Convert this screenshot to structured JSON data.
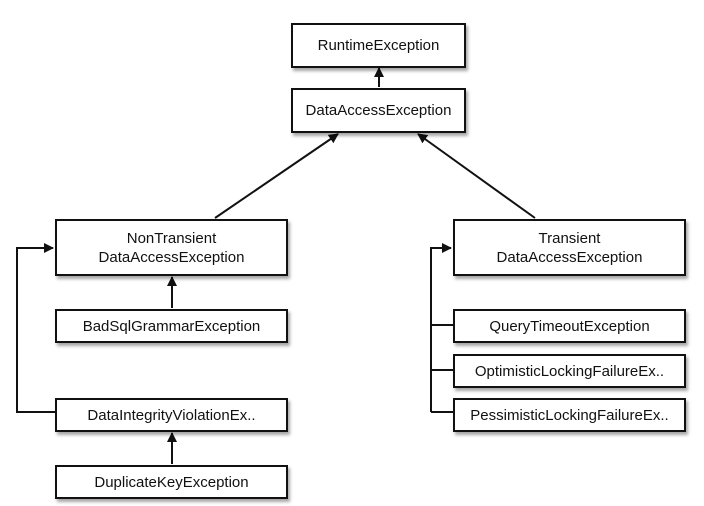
{
  "colors": {
    "line": "#111111",
    "box_fill": "#ffffff",
    "background": "#ffffff"
  },
  "nodes": {
    "runtime": {
      "label": "RuntimeException"
    },
    "data_access": {
      "label": "DataAccessException"
    },
    "non_transient": {
      "line1": "NonTransient",
      "line2": "DataAccessException"
    },
    "transient": {
      "line1": "Transient",
      "line2": "DataAccessException"
    },
    "bad_sql": {
      "label": "BadSqlGrammarException"
    },
    "data_integrity": {
      "label": "DataIntegrityViolationEx.."
    },
    "duplicate_key": {
      "label": "DuplicateKeyException"
    },
    "query_timeout": {
      "label": "QueryTimeoutException"
    },
    "optimistic": {
      "label": "OptimisticLockingFailureEx.."
    },
    "pessimistic": {
      "label": "PessimisticLockingFailureEx.."
    }
  },
  "edges": [
    {
      "from": "DataAccessException",
      "to": "RuntimeException"
    },
    {
      "from": "NonTransient DataAccessException",
      "to": "DataAccessException"
    },
    {
      "from": "Transient DataAccessException",
      "to": "DataAccessException"
    },
    {
      "from": "BadSqlGrammarException",
      "to": "NonTransient DataAccessException"
    },
    {
      "from": "DataIntegrityViolationEx..",
      "to": "NonTransient DataAccessException"
    },
    {
      "from": "DuplicateKeyException",
      "to": "DataIntegrityViolationEx.."
    },
    {
      "from": "QueryTimeoutException",
      "to": "Transient DataAccessException"
    },
    {
      "from": "OptimisticLockingFailureEx..",
      "to": "Transient DataAccessException"
    },
    {
      "from": "PessimisticLockingFailureEx..",
      "to": "Transient DataAccessException"
    }
  ]
}
